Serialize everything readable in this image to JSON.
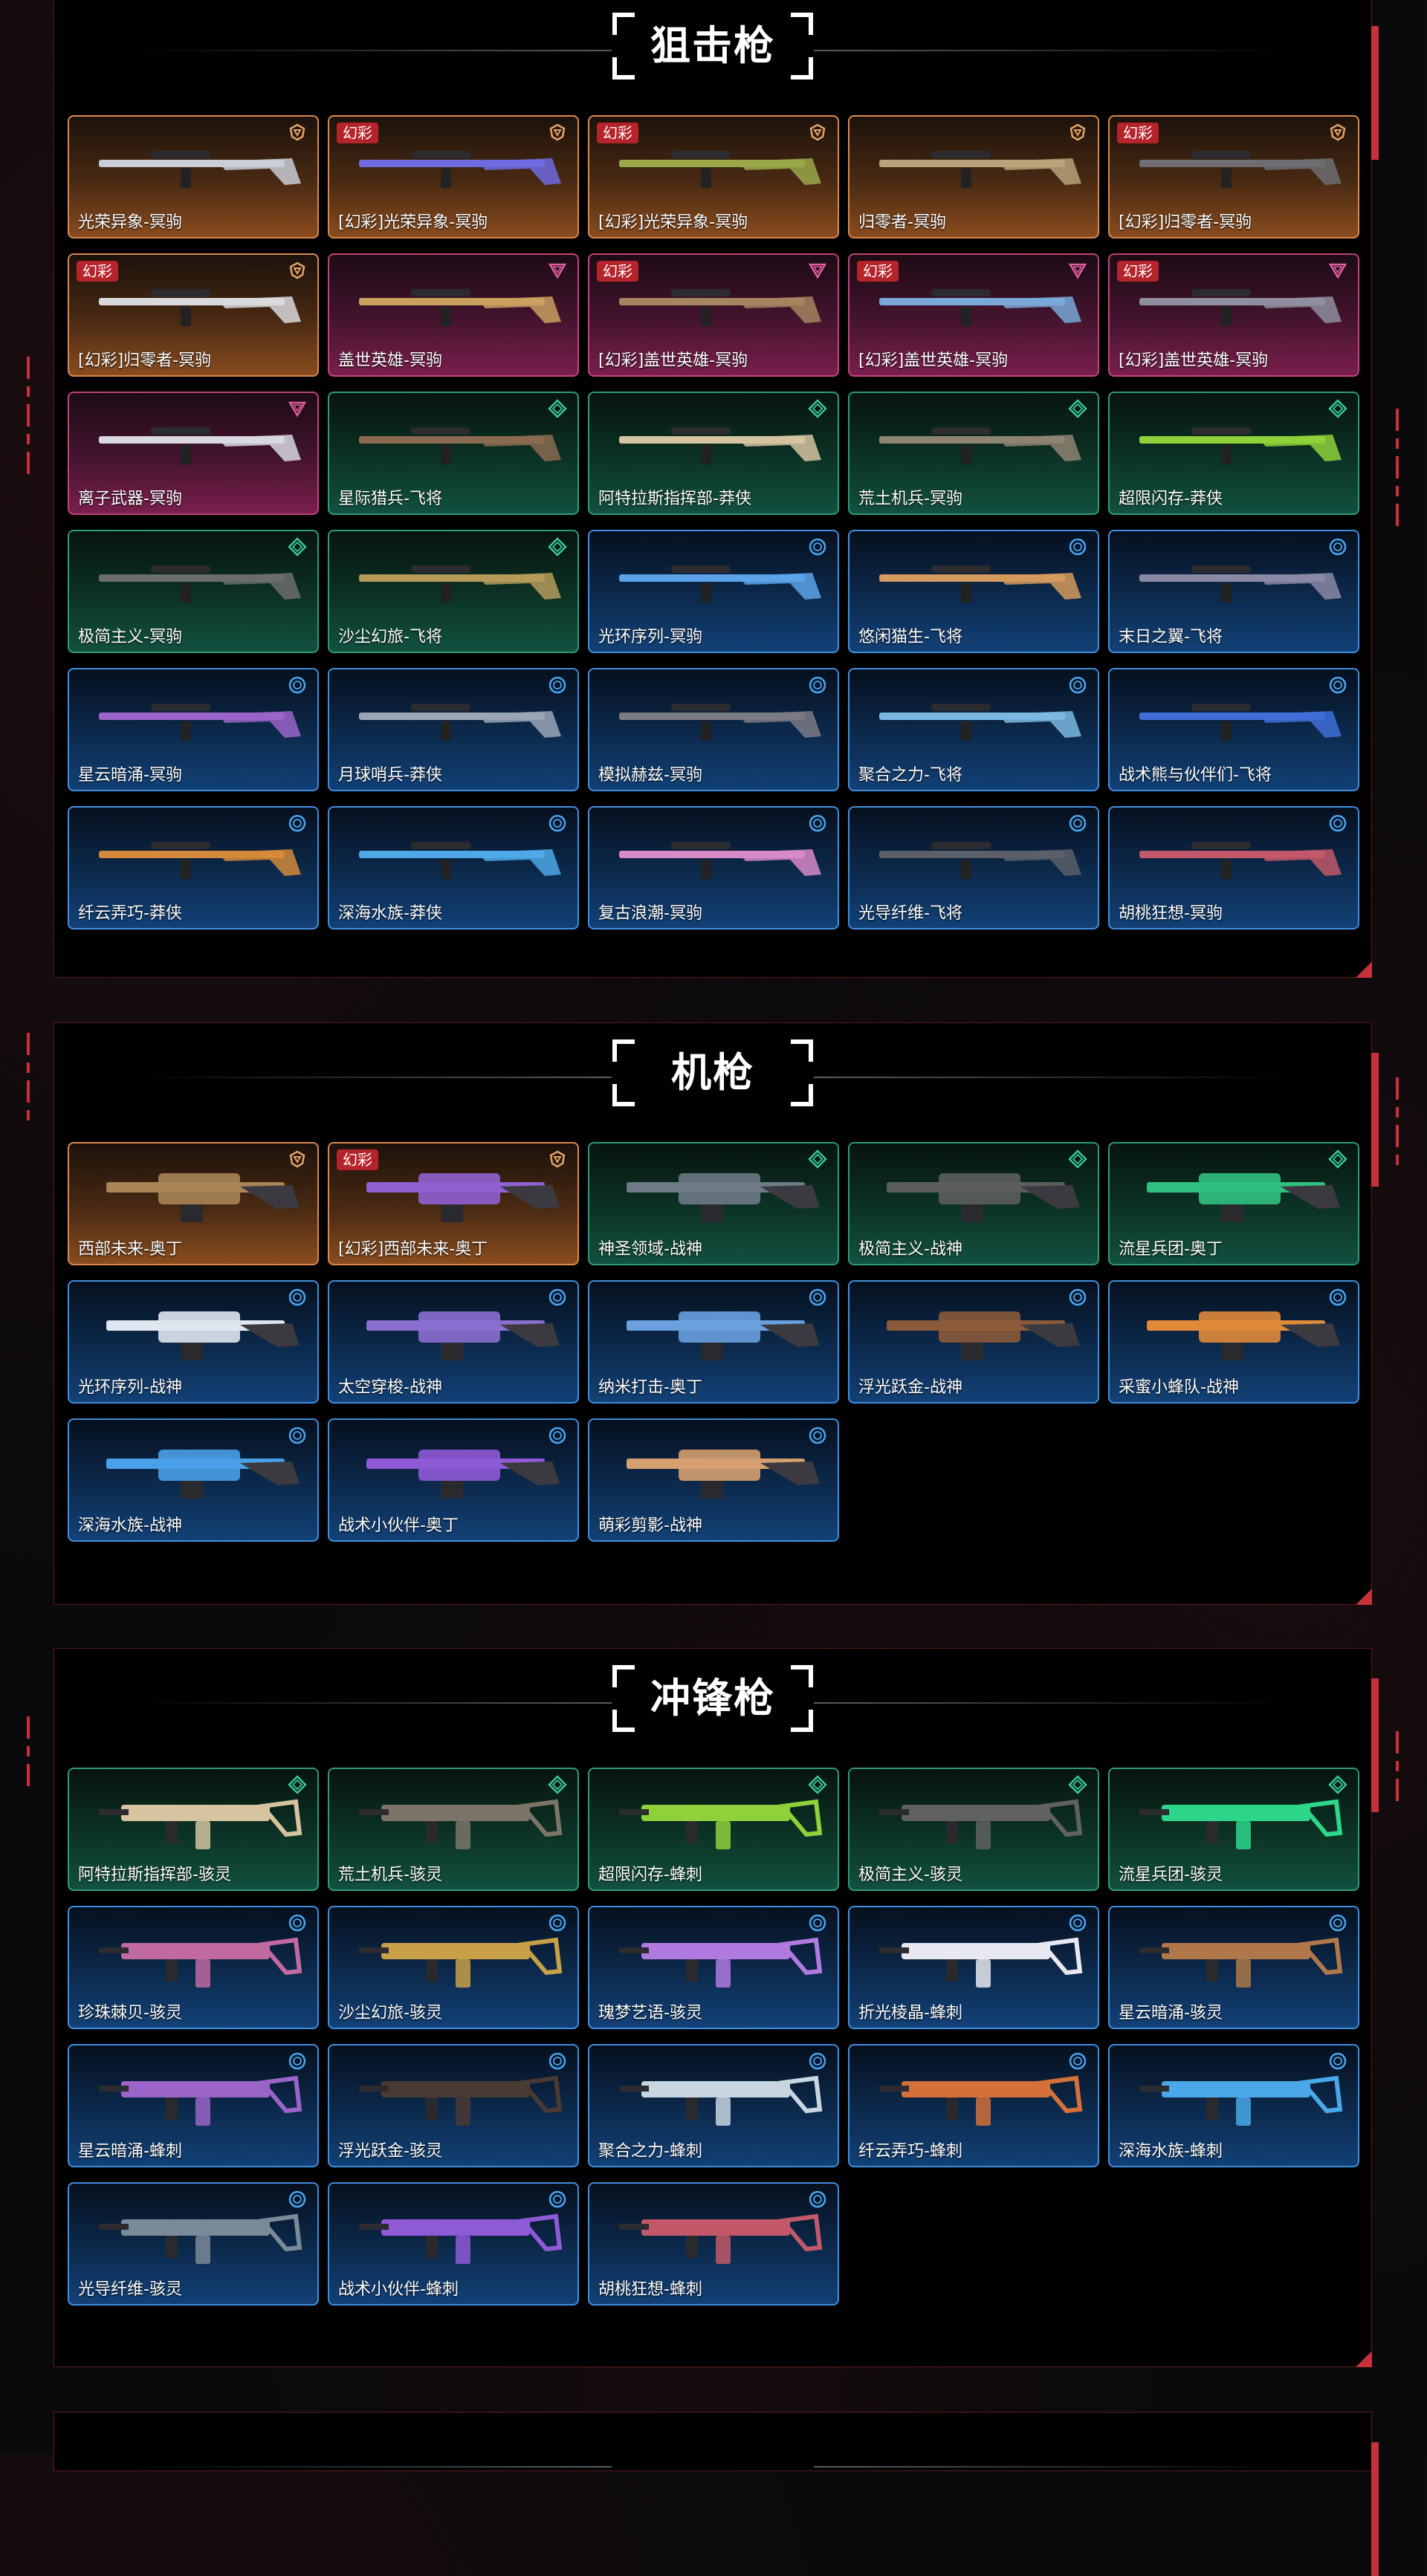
{
  "sections": [
    {
      "title": "狙击枪",
      "items": [
        {
          "name": "光荣异象-冥驹",
          "tier": "gold",
          "tag": "",
          "accent": "#c9ced6"
        },
        {
          "name": "[幻彩]光荣异象-冥驹",
          "tier": "gold",
          "tag": "幻彩",
          "accent": "#6f6be0"
        },
        {
          "name": "[幻彩]光荣异象-冥驹",
          "tier": "gold",
          "tag": "幻彩",
          "accent": "#9aa84a"
        },
        {
          "name": "归零者-冥驹",
          "tier": "gold",
          "tag": "",
          "accent": "#b8a37a"
        },
        {
          "name": "[幻彩]归零者-冥驹",
          "tier": "gold",
          "tag": "幻彩",
          "accent": "#6d6d72"
        },
        {
          "name": "[幻彩]归零者-冥驹",
          "tier": "gold",
          "tag": "幻彩",
          "accent": "#d9d9dc"
        },
        {
          "name": "盖世英雄-冥驹",
          "tier": "pink",
          "tag": "",
          "accent": "#c9a060"
        },
        {
          "name": "[幻彩]盖世英雄-冥驹",
          "tier": "pink",
          "tag": "幻彩",
          "accent": "#a58460"
        },
        {
          "name": "[幻彩]盖世英雄-冥驹",
          "tier": "pink",
          "tag": "幻彩",
          "accent": "#7aa8d8"
        },
        {
          "name": "[幻彩]盖世英雄-冥驹",
          "tier": "pink",
          "tag": "幻彩",
          "accent": "#8f8fa0"
        },
        {
          "name": "离子武器-冥驹",
          "tier": "pink",
          "tag": "",
          "accent": "#d8d8df"
        },
        {
          "name": "星际猎兵-飞将",
          "tier": "green",
          "tag": "",
          "accent": "#8a6b52"
        },
        {
          "name": "阿特拉斯指挥部-莽侠",
          "tier": "green",
          "tag": "",
          "accent": "#d6c4a0"
        },
        {
          "name": "荒土机兵-冥驹",
          "tier": "green",
          "tag": "",
          "accent": "#8f8372"
        },
        {
          "name": "超限闪存-莽侠",
          "tier": "green",
          "tag": "",
          "accent": "#8ed13a"
        },
        {
          "name": "极简主义-冥驹",
          "tier": "green",
          "tag": "",
          "accent": "#6b6d6c"
        },
        {
          "name": "沙尘幻旅-飞将",
          "tier": "green",
          "tag": "",
          "accent": "#b59a5a"
        },
        {
          "name": "光环序列-冥驹",
          "tier": "blue",
          "tag": "",
          "accent": "#5da3ea"
        },
        {
          "name": "悠闲猫生-飞将",
          "tier": "blue",
          "tag": "",
          "accent": "#d49a5e"
        },
        {
          "name": "末日之翼-飞将",
          "tier": "blue",
          "tag": "",
          "accent": "#8a8aa6"
        },
        {
          "name": "星云暗涌-冥驹",
          "tier": "blue",
          "tag": "",
          "accent": "#9a64c8"
        },
        {
          "name": "月球哨兵-莽侠",
          "tier": "blue",
          "tag": "",
          "accent": "#9aa6b6"
        },
        {
          "name": "模拟赫兹-冥驹",
          "tier": "blue",
          "tag": "",
          "accent": "#7b7b86"
        },
        {
          "name": "聚合之力-飞将",
          "tier": "blue",
          "tag": "",
          "accent": "#7bb8e0"
        },
        {
          "name": "战术熊与伙伴们-飞将",
          "tier": "blue",
          "tag": "",
          "accent": "#3f6ed8"
        },
        {
          "name": "纤云弄巧-莽侠",
          "tier": "blue",
          "tag": "",
          "accent": "#d48a3a"
        },
        {
          "name": "深海水族-莽侠",
          "tier": "blue",
          "tag": "",
          "accent": "#4fa8e6"
        },
        {
          "name": "复古浪潮-冥驹",
          "tier": "blue",
          "tag": "",
          "accent": "#d88ac8"
        },
        {
          "name": "光导纤维-飞将",
          "tier": "blue",
          "tag": "",
          "accent": "#5a5f6a"
        },
        {
          "name": "胡桃狂想-冥驹",
          "tier": "blue",
          "tag": "",
          "accent": "#c2586a"
        }
      ]
    },
    {
      "title": "机枪",
      "items": [
        {
          "name": "西部未来-奥丁",
          "tier": "gold",
          "tag": "",
          "accent": "#a88456"
        },
        {
          "name": "[幻彩]西部未来-奥丁",
          "tier": "gold",
          "tag": "幻彩",
          "accent": "#9060d0"
        },
        {
          "name": "神圣领域-战神",
          "tier": "green",
          "tag": "",
          "accent": "#6e7a86"
        },
        {
          "name": "极简主义-战神",
          "tier": "green",
          "tag": "",
          "accent": "#5c5e5d"
        },
        {
          "name": "流星兵团-奥丁",
          "tier": "green",
          "tag": "",
          "accent": "#30c080"
        },
        {
          "name": "光环序列-战神",
          "tier": "blue",
          "tag": "",
          "accent": "#e0e6f0"
        },
        {
          "name": "太空穿梭-战神",
          "tier": "blue",
          "tag": "",
          "accent": "#8a6fd0"
        },
        {
          "name": "纳米打击-奥丁",
          "tier": "blue",
          "tag": "",
          "accent": "#6aa0e0"
        },
        {
          "name": "浮光跃金-战神",
          "tier": "blue",
          "tag": "",
          "accent": "#8a5a3a"
        },
        {
          "name": "采蜜小蜂队-战神",
          "tier": "blue",
          "tag": "",
          "accent": "#e08a3a"
        },
        {
          "name": "深海水族-战神",
          "tier": "blue",
          "tag": "",
          "accent": "#4aa0e8"
        },
        {
          "name": "战术小伙伴-奥丁",
          "tier": "blue",
          "tag": "",
          "accent": "#8e5ad6"
        },
        {
          "name": "萌彩剪影-战神",
          "tier": "blue",
          "tag": "",
          "accent": "#d4a070"
        }
      ]
    },
    {
      "title": "冲锋枪",
      "items": [
        {
          "name": "阿特拉斯指挥部-骇灵",
          "tier": "green",
          "tag": "",
          "accent": "#d6c4a0"
        },
        {
          "name": "荒土机兵-骇灵",
          "tier": "green",
          "tag": "",
          "accent": "#7c7468"
        },
        {
          "name": "超限闪存-蜂刺",
          "tier": "green",
          "tag": "",
          "accent": "#8ed13a"
        },
        {
          "name": "极简主义-骇灵",
          "tier": "green",
          "tag": "",
          "accent": "#606262"
        },
        {
          "name": "流星兵团-骇灵",
          "tier": "green",
          "tag": "",
          "accent": "#2ed68a"
        },
        {
          "name": "珍珠棘贝-骇灵",
          "tier": "blue",
          "tag": "",
          "accent": "#c06aa0"
        },
        {
          "name": "沙尘幻旅-骇灵",
          "tier": "blue",
          "tag": "",
          "accent": "#c8a048"
        },
        {
          "name": "瑰梦艺语-骇灵",
          "tier": "blue",
          "tag": "",
          "accent": "#b07ae0"
        },
        {
          "name": "折光棱晶-蜂刺",
          "tier": "blue",
          "tag": "",
          "accent": "#e8e8f0"
        },
        {
          "name": "星云暗涌-骇灵",
          "tier": "blue",
          "tag": "",
          "accent": "#b0784a"
        },
        {
          "name": "星云暗涌-蜂刺",
          "tier": "blue",
          "tag": "",
          "accent": "#9a64c8"
        },
        {
          "name": "浮光跃金-骇灵",
          "tier": "blue",
          "tag": "",
          "accent": "#4a3a34"
        },
        {
          "name": "聚合之力-蜂刺",
          "tier": "blue",
          "tag": "",
          "accent": "#c8d6e0"
        },
        {
          "name": "纤云弄巧-蜂刺",
          "tier": "blue",
          "tag": "",
          "accent": "#d4703a"
        },
        {
          "name": "深海水族-蜂刺",
          "tier": "blue",
          "tag": "",
          "accent": "#4aa8e8"
        },
        {
          "name": "光导纤维-骇灵",
          "tier": "blue",
          "tag": "",
          "accent": "#7a8a98"
        },
        {
          "name": "战术小伙伴-蜂刺",
          "tier": "blue",
          "tag": "",
          "accent": "#8e5ad6"
        },
        {
          "name": "胡桃狂想-蜂刺",
          "tier": "blue",
          "tag": "",
          "accent": "#c2586a"
        }
      ]
    }
  ],
  "tier_colors": {
    "gold": "#e2a36a",
    "pink": "#e05fa0",
    "green": "#3bc79a",
    "blue": "#4aa6f0"
  }
}
